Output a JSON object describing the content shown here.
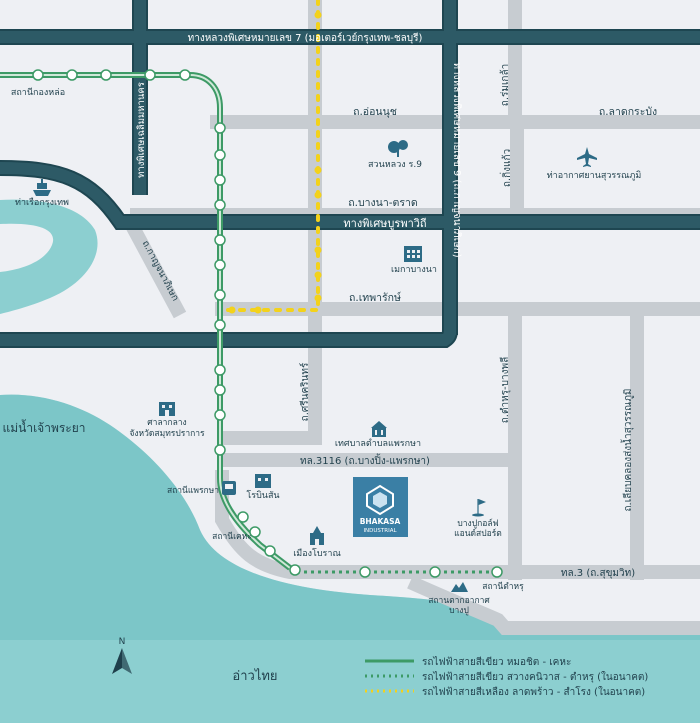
{
  "colors": {
    "background": "#eef0f4",
    "minor_road": "#c7ccd1",
    "expressway": "#2d5a66",
    "expressway_edge": "#1e4651",
    "water": "#8ccfd0",
    "water_deep": "#5eb4b7",
    "green_line": "#3d9a66",
    "yellow_line": "#f3d21b",
    "brand_blue": "#3a7fa5",
    "text": "#1f3f4b"
  },
  "expressways": {
    "motorway7": "ทางหลวงพิเศษหมายเลข 7 (มอเตอร์เวย์กรุงเทพ-ชลบุรี)",
    "chalong_rat": "ทางพิเศษเฉลิมมหานคร",
    "burapha_withi": "ทางพิเศษบูรพาวิถี",
    "motorway9": "ทางหลวงพิเศษหมายเลข 9 (ถ.กาญจนาภิเษก)",
    "kanchanaphisek_south": "ถ.กาญจนาภิเษก"
  },
  "roads": {
    "on_nut": "ถ.อ่อนนุช",
    "lat_krabang": "ถ.ลาดกระบัง",
    "rom_klao": "ถ.ร่มเกล้า",
    "king_kaeo": "ถ.กิ่งแก้ว",
    "bang_na_trat": "ถ.บางนา-ตราด",
    "thepharak": "ถ.เทพารักษ์",
    "srinakharin": "ถ.ศรีนครินทร์",
    "tl3116": "ทล.3116 (ถ.บางปิ้ง-แพรกษา)",
    "sukhumvit": "ทล.3 (ถ.สุขุมวิท)",
    "tamru_bangphli": "ถ.ตำหรุ-บางพลี",
    "canal_road": "ถ.เลียบคลองส่งน้ำสุวรรณภูมิ"
  },
  "places": {
    "chao_phraya": "แม่น้ำเจ้าพระยา",
    "gulf": "อ่าวไทย",
    "kong_lo": "สถานีกองหล่อ",
    "port": "ท่าเรือกรุงเทพ",
    "suan_luang": "สวนหลวง ร.9",
    "airport": "ท่าอากาศยานสุวรรณภูมิ",
    "mega_bangna": "เมกาบางนา",
    "city_hall": "ศาลากลาง\nจังหวัดสมุทรปราการ",
    "praeksa_muni": "เทศบาลตำบลแพรกษา",
    "robinson": "โรบินสัน",
    "praeksa_station": "สถานีแพรกษา",
    "kheha_station": "สถานีเคหะ",
    "ancient_city": "เมืองโบราณ",
    "golf": "บางปูกอล์ฟ\nแอนด์สปอร์ต",
    "tamru_station": "สถานีตำหรุ",
    "bangpu_resort": "สถานตากอากาศ\nบางปู",
    "brand_line1": "BHAKASA",
    "brand_line2": "INDUSTRIAL",
    "north": "N"
  },
  "legend": [
    {
      "label": "รถไฟฟ้าสายสีเขียว หมอชิต - เคหะ",
      "style": "solid",
      "color": "#3d9a66"
    },
    {
      "label": "รถไฟฟ้าสายสีเขียว สวางคนิวาส - ตำหรุ (ในอนาคต)",
      "style": "dotted",
      "color": "#3d9a66"
    },
    {
      "label": "รถไฟฟ้าสายสีเหลือง ลาดพร้าว - สำโรง (ในอนาคต)",
      "style": "dotted",
      "color": "#f3d21b"
    }
  ],
  "icons": {
    "port": "ship-icon",
    "park": "tree-icon",
    "airport": "airplane-icon",
    "mall": "mall-icon",
    "government": "government-building-icon",
    "golf": "golf-flag-icon",
    "temple": "temple-icon",
    "resort": "resort-icon",
    "station": "train-station-icon",
    "compass": "north-arrow-icon"
  }
}
